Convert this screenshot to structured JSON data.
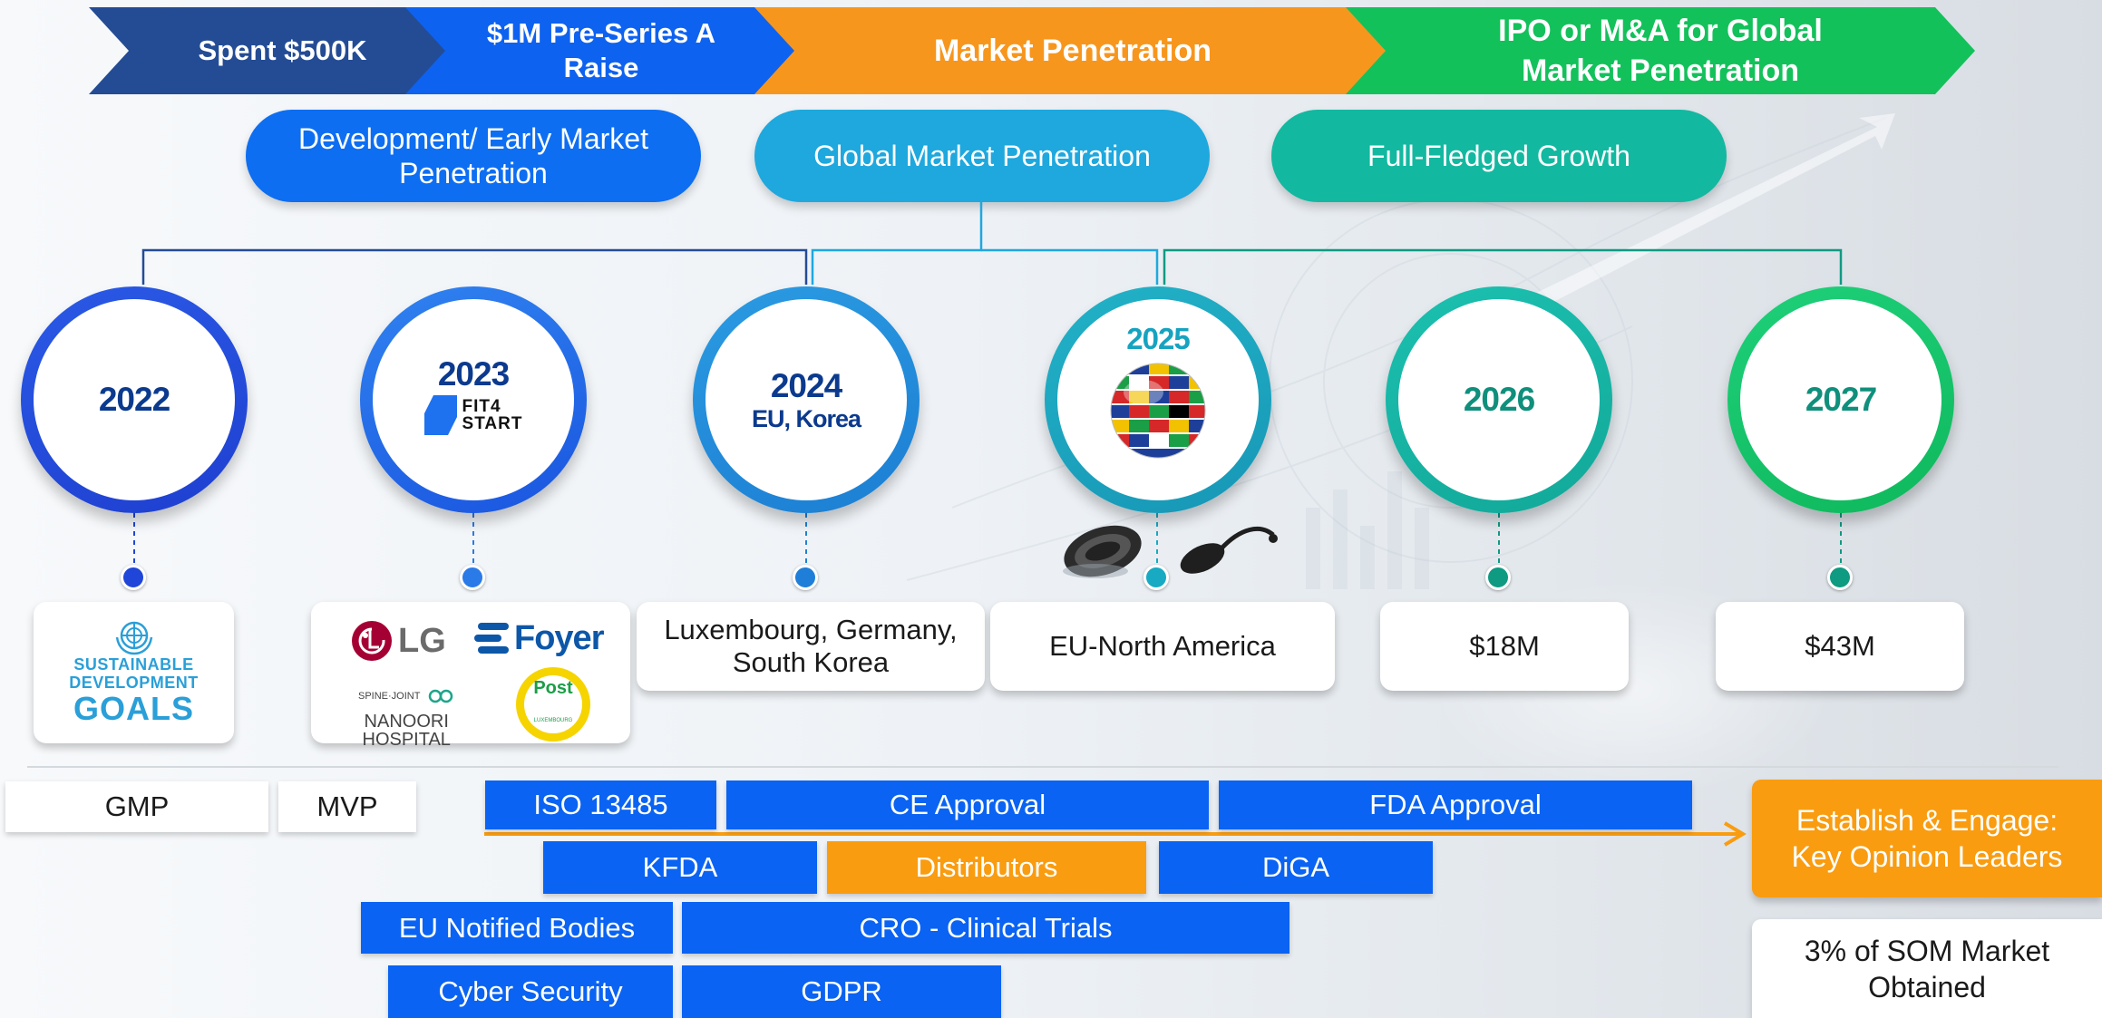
{
  "chevrons": [
    {
      "label": "Spent $500K",
      "color": "#244c95"
    },
    {
      "label": "$1M Pre-Series A Raise",
      "color": "#0e62f0"
    },
    {
      "label": "Market Penetration",
      "color": "#f7961d"
    },
    {
      "label": "IPO or M&A for Global Market Penetration",
      "color": "#13c15b"
    }
  ],
  "phases": [
    {
      "label": "Development/ Early Market Penetration",
      "color": "#0d6ef2"
    },
    {
      "label": "Global Market Penetration",
      "color": "#1ea8de"
    },
    {
      "label": "Full-Fledged Growth",
      "color": "#13b8a0"
    }
  ],
  "milestones": [
    {
      "year": "2022",
      "subtitle": "",
      "ring": "#1f46d9",
      "year_color": "#0b3a8e",
      "dot": "#1f46d9"
    },
    {
      "year": "2023",
      "subtitle": "",
      "ring": "#1f68e6",
      "year_color": "#0b3a8e",
      "dot": "#2a7ae8",
      "logo_text_1": "FIT4",
      "logo_text_2": "START"
    },
    {
      "year": "2024",
      "subtitle": "EU, Korea",
      "ring": "#1e8cd8",
      "year_color": "#0b3a8e",
      "dot": "#1f7fd8"
    },
    {
      "year": "2025",
      "subtitle": "",
      "ring": "#19a3c0",
      "year_color": "#16a3c0",
      "dot": "#17aac2"
    },
    {
      "year": "2026",
      "subtitle": "",
      "ring": "#14b4a6",
      "year_color": "#0f8f7c",
      "dot": "#0f9a82"
    },
    {
      "year": "2027",
      "subtitle": "",
      "ring": "#12c06c",
      "year_color": "#0f8f7c",
      "dot": "#0f9a82"
    }
  ],
  "cards": {
    "sdg": {
      "line1": "SUSTAINABLE",
      "line2": "DEVELOPMENT",
      "line3": "GOALS"
    },
    "partners": {
      "lg": "LG",
      "foyer": "Foyer",
      "nanoori_small": "SPINE·JOINT",
      "nanoori_1": "NANOORI",
      "nanoori_2": "HOSPITAL",
      "post": "Post",
      "post_small": "LUXEMBOURG"
    },
    "countries": "Luxembourg, Germany, South Korea",
    "region": "EU-North America",
    "revenue_2026": "$18M",
    "revenue_2027": "$43M"
  },
  "tasks": {
    "gmp": "GMP",
    "mvp": "MVP",
    "iso": "ISO 13485",
    "ce": "CE Approval",
    "fda": "FDA Approval",
    "kfda": "KFDA",
    "distributors": "Distributors",
    "diga": "DiGA",
    "eu_nb": "EU Notified Bodies",
    "cro": "CRO - Clinical Trials",
    "cyber": "Cyber Security",
    "gdpr": "GDPR"
  },
  "side": {
    "kol": "Establish & Engage: Key Opinion Leaders",
    "som": "3% of SOM Market Obtained"
  }
}
